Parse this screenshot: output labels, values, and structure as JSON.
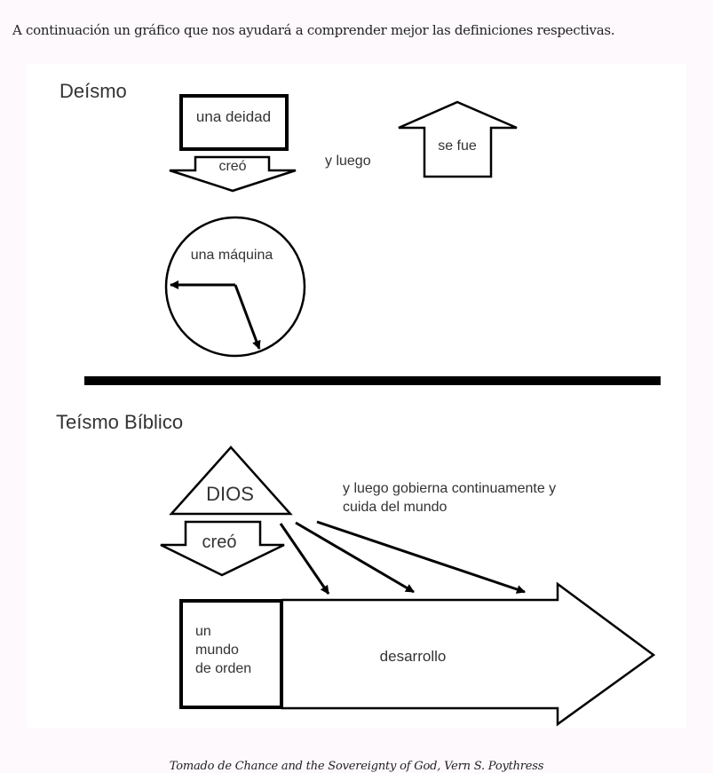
{
  "intro_text": "A continuación un gráfico que nos ayudará a comprender mejor las definiciones respectivas.",
  "diagram": {
    "deism": {
      "title": "Deísmo",
      "deity_box": "una deidad",
      "created_arrow": "creó",
      "then_text": "y luego",
      "left_arrow": "se fue",
      "machine": "una máquina"
    },
    "theism": {
      "title": "Teísmo Bíblico",
      "god_triangle": "DIOS",
      "created_arrow": "creó",
      "governs_text_line1": "y luego gobierna continuamente y",
      "governs_text_line2": "cuida del mundo",
      "world_box_line1": "un",
      "world_box_line2": "mundo",
      "world_box_line3": "de orden",
      "development_arrow": "desarrollo"
    }
  },
  "caption": "Tomado de Chance and the Sovereignty of God, Vern S. Poythress"
}
